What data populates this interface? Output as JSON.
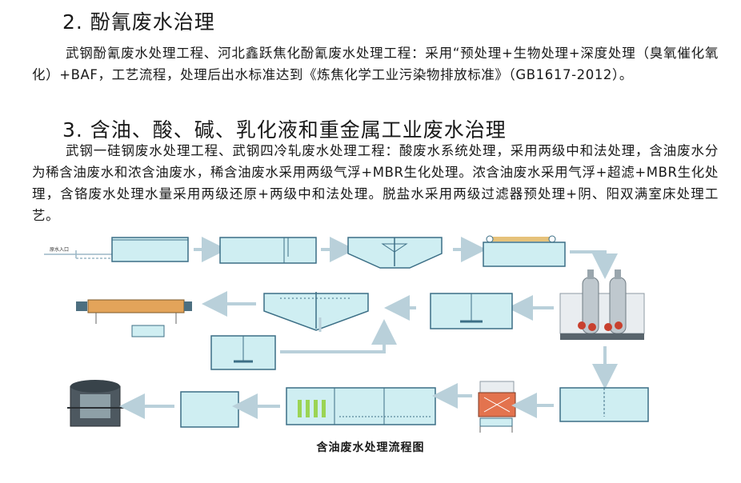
{
  "section2": {
    "heading": "2. 酚氰废水治理",
    "paragraph": "武钢酚氰废水处理工程、河北鑫跃焦化酚氰废水处理工程：采用“预处理+生物处理+深度处理（臭氧催化氧化）+BAF，工艺流程，处理后出水标准达到《炼焦化学工业污染物排放标准》（GB1617-2012）。"
  },
  "section3": {
    "heading": "3. 含油、酸、碱、乳化液和重金属工业废水治理",
    "paragraph": "武钢一硅钢废水处理工程、武钢四冷轧废水处理工程：酸废水系统处理，采用两级中和法处理，含油废水分为稀含油废水和浓含油废水，稀含油废水采用两级气浮+MBR生化处理。浓含油废水采用气浮+超滤+MBR生化处理，含铬废水处理水量采用两级还原+两级中和法处理。脱盐水采用两级过滤器预处理+阴、阳双满室床处理工艺。"
  },
  "diagram": {
    "caption": "含油废水处理流程图",
    "inlet_label": "原水入口",
    "colors": {
      "pipe": "#9bb7c6",
      "water": "#cfeef2",
      "tank_line": "#3c6f86",
      "arrow": "#b9d0da",
      "steel": "#8e9aa3",
      "red": "#c8402e"
    }
  }
}
